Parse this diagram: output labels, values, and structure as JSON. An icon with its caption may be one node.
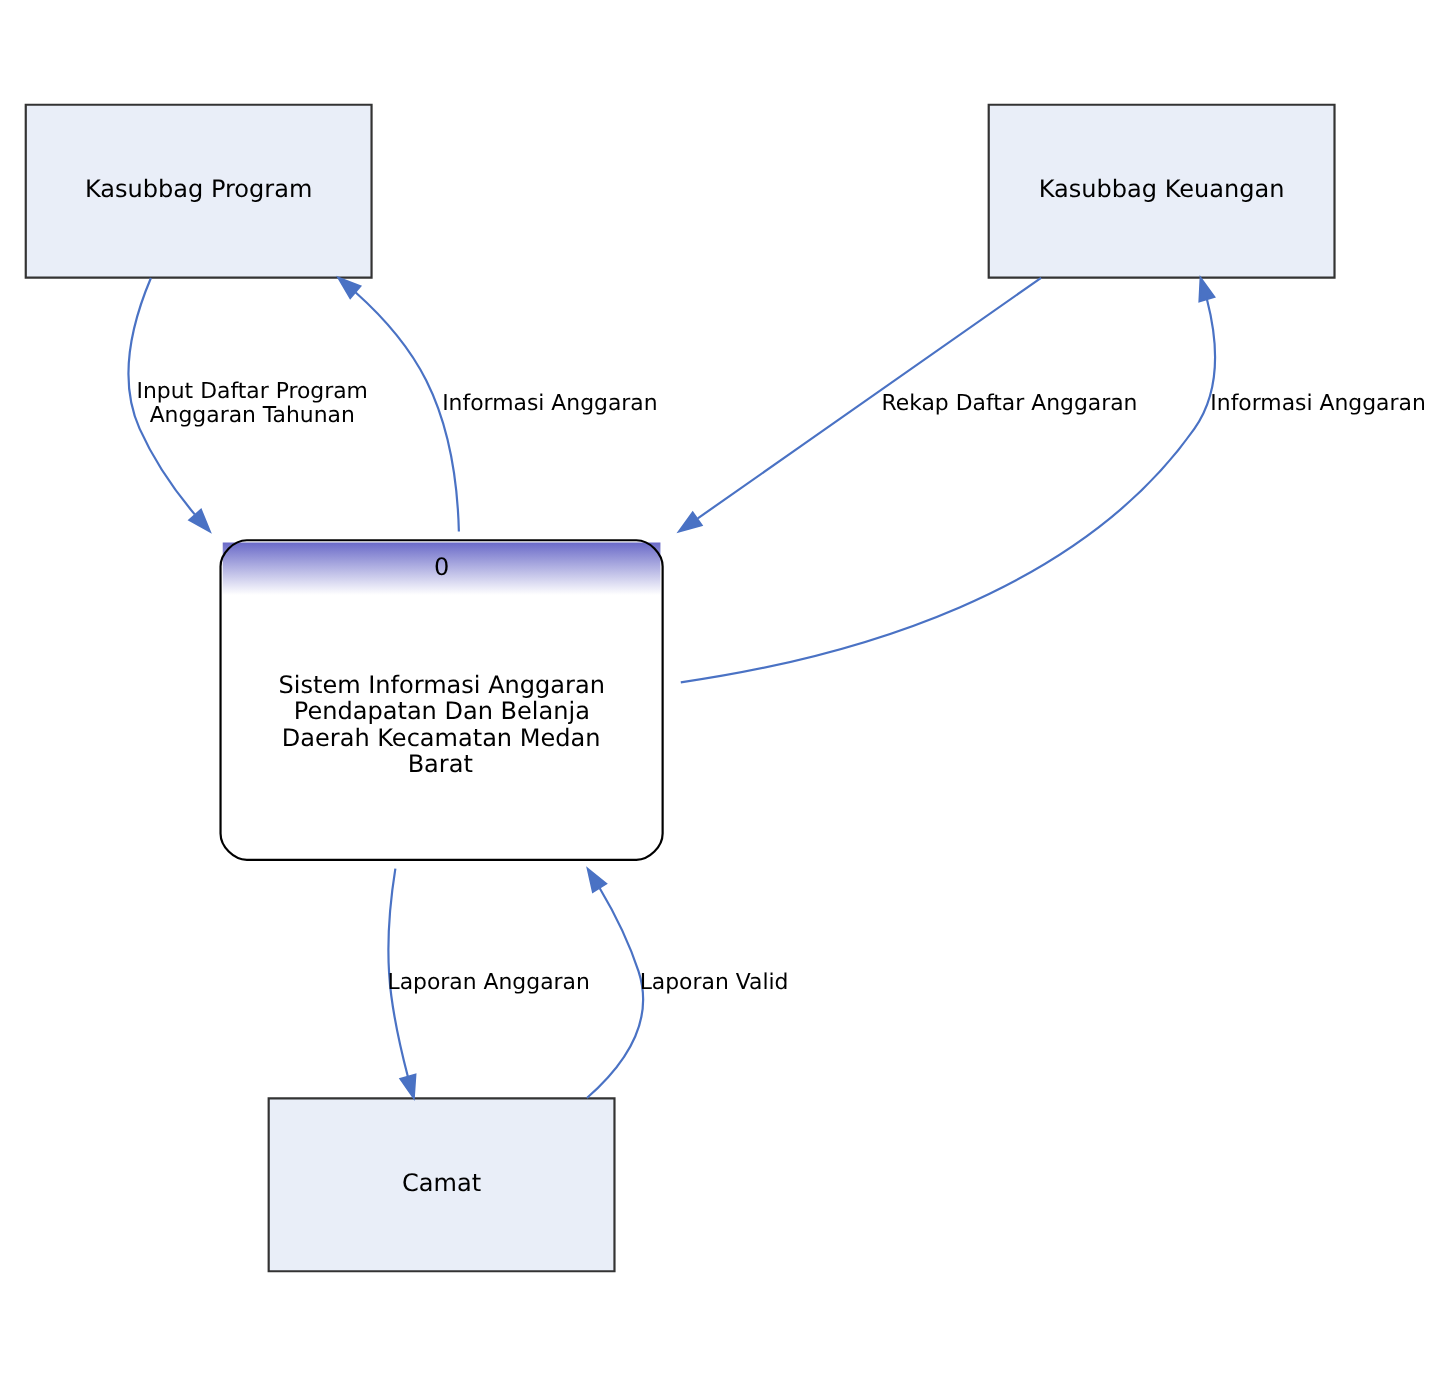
{
  "diagram": {
    "nodes": [
      {
        "text": [
          "Kasubbag Program"
        ]
      },
      {
        "text": [
          "Kasubbag Keuangan"
        ]
      },
      {
        "text": [
          "0",
          "Sistem Informasi Anggaran Pendapatan Dan Belanja Daerah Kecamatan Medan Barat"
        ]
      },
      {
        "text": [
          "Camat"
        ]
      }
    ],
    "edges": [
      {
        "from": 2,
        "to": 0,
        "arrow": "to",
        "label": "Informasi Anggaran"
      },
      {
        "from": 1,
        "to": 2,
        "arrow": "to",
        "label": "Rekap Daftar Anggaran"
      },
      {
        "from": 0,
        "to": 2,
        "arrow": "to",
        "label": "Input Daftar Program Anggaran Tahunan"
      },
      {
        "from": 2,
        "to": 1,
        "arrow": "to",
        "label": "Informasi Anggaran"
      },
      {
        "from": 2,
        "to": 3,
        "arrow": "to",
        "label": "Laporan Anggaran"
      },
      {
        "from": 3,
        "to": 2,
        "arrow": "to",
        "label": "Laporan Valid"
      }
    ]
  }
}
